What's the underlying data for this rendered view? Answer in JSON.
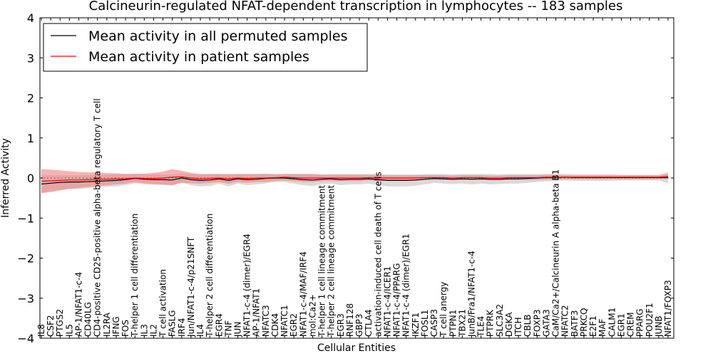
{
  "chart_data": {
    "type": "line",
    "title": "Calcineurin-regulated NFAT-dependent transcription in lymphocytes -- 183 samples",
    "xlabel": "Cellular Entities",
    "ylabel": "Inferred Activity",
    "ylim": [
      -4,
      4
    ],
    "yticks": [
      "4",
      "3",
      "2",
      "1",
      "0",
      "−1",
      "−2",
      "−3",
      "−4"
    ],
    "ytick_values": [
      4,
      3,
      2,
      1,
      0,
      -1,
      -2,
      -3,
      -4
    ],
    "grid": false,
    "legend_position": "top-left",
    "categories": [
      "IL8",
      "CSF2",
      "PTGS2",
      "IL5",
      "AP-1/NFAT1-c-4",
      "CD40LG",
      "CD4-positive CD25-positive alpha-beta regulatory T cell",
      "IL2RA",
      "IFNG",
      "FOS",
      "T-helper 1 cell differentiation",
      "IL3",
      "IL2",
      "T cell activation",
      "FASLG",
      "IRF4",
      "Jun/NFAT1-c-4/p21SNFT",
      "IL4",
      "T-helper 2 cell differentiation",
      "EGR4",
      "TNF",
      "JUN",
      "NFAT1-c-4 (dimer)/EGR4",
      "AP-1/NFAT1",
      "NFATC3",
      "CDK4",
      "NFATC1",
      "EGR2",
      "NFAT1-c-4/MAF/IRF4",
      "mol:Ca2+",
      "T-helper 1 cell lineage commitment",
      "T-helper 2 cell lineage commitment",
      "EGR3",
      "RNF128",
      "GBP3",
      "CTLA4",
      "activation-induced cell death of T cells",
      "NFAT1-c-4/ICER1",
      "NFAT1-c-4/PPARG",
      "NFAT1-c-4 (dimer)/EGR1",
      "IKZF1",
      "FOSL1",
      "CASP3",
      "T cell anergy",
      "PTPN1",
      "TBX21",
      "JunB/Fra1/NFAT1-c-4",
      "TLE4",
      "PTPRK",
      "SLC3A2",
      "DGKA",
      "ITCH",
      "CBLB",
      "FOXP3",
      "GATA3",
      "CaM/Ca2+/Calcineurin A alpha-beta B1",
      "NFATC2",
      "BATF3",
      "PRKCQ",
      "E2F1",
      "MAF",
      "CALM1",
      "EGR1",
      "CREM",
      "PPARG",
      "POU2F1",
      "JUNB",
      "NFAT1/FOXP3"
    ],
    "series": [
      {
        "name": "Mean activity in all permuted samples",
        "color": "#000000",
        "band_color": "#bbbbbb",
        "values": [
          -0.15,
          -0.13,
          -0.11,
          -0.1,
          -0.1,
          -0.09,
          -0.08,
          -0.07,
          -0.06,
          -0.04,
          -0.01,
          -0.03,
          -0.04,
          -0.04,
          -0.05,
          0.0,
          -0.04,
          -0.06,
          -0.05,
          -0.02,
          -0.06,
          -0.02,
          -0.04,
          -0.03,
          -0.01,
          0.0,
          0.0,
          -0.02,
          -0.04,
          -0.05,
          -0.03,
          -0.02,
          -0.04,
          -0.03,
          -0.03,
          -0.02,
          -0.04,
          -0.06,
          -0.06,
          -0.06,
          -0.05,
          -0.03,
          -0.01,
          -0.02,
          -0.03,
          -0.02,
          -0.03,
          -0.02,
          -0.03,
          -0.03,
          -0.02,
          -0.02,
          -0.01,
          0.0,
          0.01,
          0.01,
          0.02,
          0.01,
          0.01,
          0.01,
          0.01,
          0.01,
          0.01,
          0.01,
          0.01,
          0.01,
          0.01,
          0.01
        ],
        "band": [
          0.22,
          0.2,
          0.18,
          0.17,
          0.17,
          0.16,
          0.16,
          0.15,
          0.15,
          0.14,
          0.12,
          0.13,
          0.13,
          0.13,
          0.14,
          0.11,
          0.14,
          0.15,
          0.15,
          0.12,
          0.15,
          0.12,
          0.14,
          0.13,
          0.12,
          0.1,
          0.1,
          0.12,
          0.14,
          0.15,
          0.12,
          0.12,
          0.14,
          0.13,
          0.13,
          0.12,
          0.14,
          0.15,
          0.15,
          0.15,
          0.14,
          0.13,
          0.11,
          0.12,
          0.12,
          0.12,
          0.13,
          0.12,
          0.13,
          0.12,
          0.12,
          0.12,
          0.11,
          0.1,
          0.09,
          0.09,
          0.08,
          0.08,
          0.08,
          0.08,
          0.08,
          0.08,
          0.07,
          0.07,
          0.07,
          0.07,
          0.07,
          0.14
        ]
      },
      {
        "name": "Mean activity in patient samples",
        "color": "#ff0000",
        "band_color": "#f08080",
        "values": [
          -0.08,
          -0.07,
          -0.06,
          -0.05,
          -0.05,
          -0.04,
          -0.03,
          -0.03,
          -0.02,
          -0.02,
          0.0,
          -0.01,
          -0.01,
          0.0,
          0.02,
          0.03,
          0.0,
          -0.02,
          -0.01,
          0.0,
          -0.02,
          0.0,
          -0.01,
          0.0,
          0.0,
          0.01,
          0.02,
          0.01,
          0.0,
          0.0,
          0.0,
          0.0,
          0.0,
          0.0,
          0.0,
          0.01,
          0.0,
          0.0,
          0.0,
          0.0,
          0.0,
          0.01,
          0.01,
          0.01,
          0.0,
          0.01,
          0.01,
          0.01,
          0.0,
          0.0,
          0.01,
          0.01,
          0.01,
          0.01,
          0.02,
          0.02,
          0.02,
          0.02,
          0.02,
          0.02,
          0.02,
          0.02,
          0.02,
          0.02,
          0.02,
          0.02,
          0.02,
          0.04
        ],
        "band": [
          0.3,
          0.28,
          0.25,
          0.22,
          0.2,
          0.18,
          0.17,
          0.15,
          0.14,
          0.12,
          0.1,
          0.12,
          0.14,
          0.16,
          0.2,
          0.15,
          0.13,
          0.12,
          0.11,
          0.1,
          0.12,
          0.1,
          0.11,
          0.1,
          0.1,
          0.08,
          0.08,
          0.09,
          0.1,
          0.1,
          0.08,
          0.08,
          0.08,
          0.08,
          0.08,
          0.07,
          0.07,
          0.07,
          0.07,
          0.07,
          0.07,
          0.06,
          0.06,
          0.06,
          0.06,
          0.06,
          0.06,
          0.06,
          0.06,
          0.06,
          0.06,
          0.06,
          0.06,
          0.06,
          0.06,
          0.06,
          0.05,
          0.05,
          0.05,
          0.05,
          0.05,
          0.05,
          0.05,
          0.05,
          0.05,
          0.05,
          0.05,
          0.06
        ]
      }
    ]
  }
}
